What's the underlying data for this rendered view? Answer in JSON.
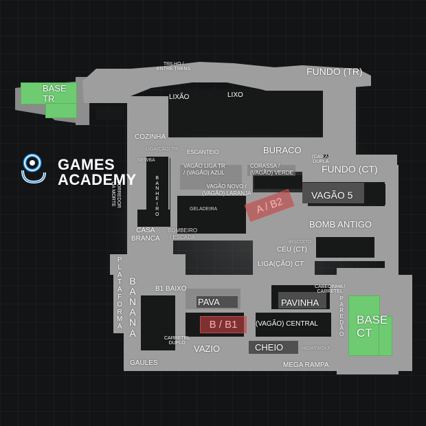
{
  "map": {
    "labels": {
      "trilho": "TRILHO /\nENTRE TRENS",
      "fundo_tr": "FUNDO (TR)",
      "lixao": "LIXÃO",
      "lixo": "LIXO",
      "cozinha": "COZINHA",
      "liga_tr": "LIGA(ÇÃO) TR",
      "newba": "NEWBA",
      "escanteio": "ESCANTEIO",
      "buraco": "BURACO",
      "caixa_dupla": "(CAIXA)\nDUPLA",
      "fundo_ct": "FUNDO (CT)",
      "vagao_liga_tr": "VAGÃO LIGA TR\n/ (VAGÃO) AZUL",
      "corassa": "CORASSA /\n(VAGÃO) VERDE",
      "vagao_novo": "VAGÃO NOVO /\n(VAGÃO) LARANJA",
      "vagao5": "VAGÃO 5",
      "geladeira": "GELADEIRA",
      "bomb_antigo": "BOMB ANTIGO",
      "casa_branca": "CASA\nBRANCA",
      "bombeiro": "BOMBEIRO\n/ ESCADA",
      "biscoito": "BISCOITO",
      "ceu_ct": "CÉU (CT)",
      "liga_ct": "LIGA(ÇÃO) CT",
      "b1_baixo": "B1 BAIXO",
      "cabecinha": "CABECINHA /\nCARRETEL",
      "pava": "PAVA",
      "pavinha": "PAVINHA",
      "vagao_central": "(VAGÃO) CENTRAL",
      "carretel_duplo": "CARRETEL\nDUPLO",
      "vazio": "VAZIO",
      "cheio": "CHEIO",
      "nightwolf": "NIGHTWOLF",
      "gaules": "GAULES",
      "mega_rampa": "MEGA RAMPA",
      "corredor_da_morte": [
        "CORREDOR",
        "DA MORTE"
      ],
      "banheiro": [
        "B",
        "A",
        "N",
        "H",
        "E",
        "I",
        "R",
        "O"
      ],
      "plataforma": [
        "P",
        "L",
        "A",
        "T",
        "A",
        "F",
        "O",
        "R",
        "M",
        "A"
      ],
      "banana": [
        "B",
        "A",
        "N",
        "A",
        "N",
        "A"
      ],
      "paredao": [
        "P",
        "A",
        "R",
        "E",
        "D",
        "Ã",
        "O"
      ]
    },
    "base_tr": {
      "label": "BASE\nTR",
      "color": "#6ecb72"
    },
    "base_ct": {
      "label": "BASE\nCT",
      "color": "#6ecb72"
    },
    "bombsites": {
      "a": "A / B2",
      "b": "B / B1",
      "color": "#c44242"
    }
  },
  "logo": {
    "line1": "GAMES",
    "line2": "ACADEMY",
    "icon": "games-academy-g-icon",
    "accent": "#1e88d8"
  }
}
